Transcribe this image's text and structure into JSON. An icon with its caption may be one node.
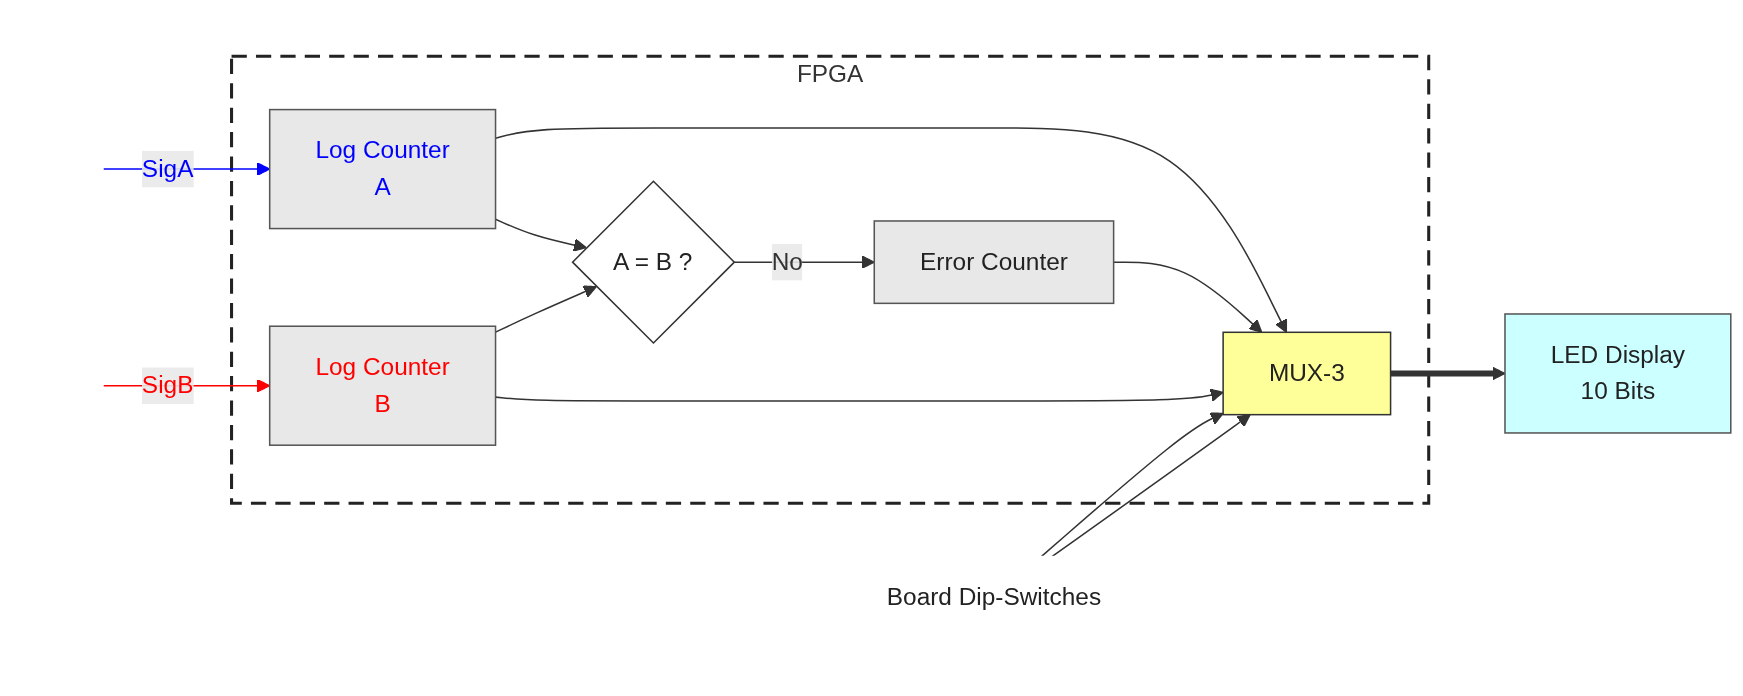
{
  "diagram": {
    "nodes": [
      {
        "text": [
          "FPGA"
        ]
      },
      {
        "text": [
          "Log Counter",
          "A"
        ],
        "in": 0
      },
      {
        "text": [
          "A = B ?"
        ],
        "in": 0
      },
      {
        "text": [
          "Error Counter"
        ],
        "in": 0
      },
      {
        "text": [
          "Log Counter",
          "B"
        ],
        "in": 0
      },
      {
        "text": [
          "MUX-3"
        ],
        "in": 0
      },
      {
        "text": [
          "LED Display",
          "10 Bits"
        ]
      },
      {
        "text": [
          "Board Dip-Switches"
        ]
      }
    ],
    "edges": [
      {
        "from": null,
        "to": 1,
        "arrow": "to",
        "label": "SigA",
        "color": "#0000ff"
      },
      {
        "from": null,
        "to": 4,
        "arrow": "to",
        "label": "SigB",
        "color": "#ff0000"
      },
      {
        "from": 1,
        "to": 5,
        "arrow": "to"
      },
      {
        "from": 1,
        "to": 2,
        "arrow": "to"
      },
      {
        "from": 2,
        "to": 3,
        "arrow": "to",
        "label": "No"
      },
      {
        "from": 3,
        "to": 5,
        "arrow": "to"
      },
      {
        "from": 4,
        "to": 5,
        "arrow": "to"
      },
      {
        "from": 4,
        "to": 2,
        "arrow": "to"
      },
      {
        "from": 5,
        "to": 6,
        "arrow": "to",
        "style": "thick"
      },
      {
        "from": 7,
        "to": 5,
        "arrow": "to"
      },
      {
        "from": 7,
        "to": 5,
        "arrow": "to"
      }
    ]
  }
}
